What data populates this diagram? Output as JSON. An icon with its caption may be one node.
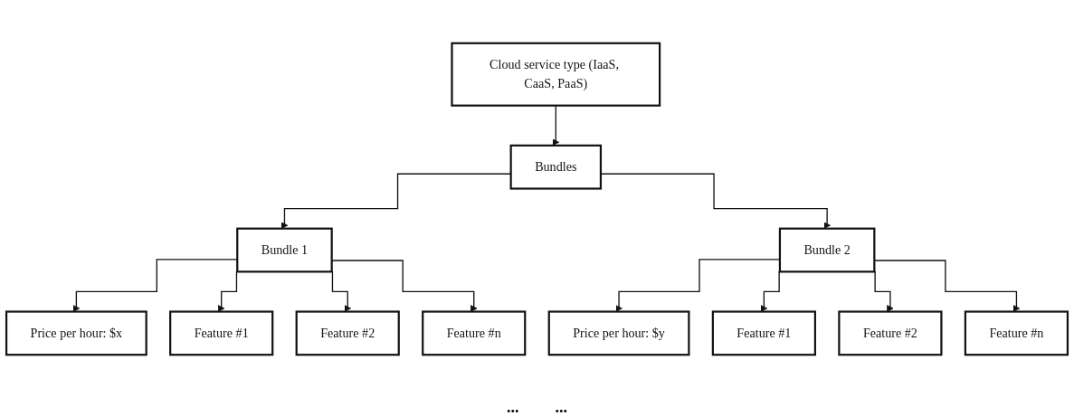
{
  "diagram": {
    "nodes": [
      {
        "text": [
          "Cloud service type (IaaS, CaaS, PaaS)"
        ]
      },
      {
        "text": [
          "Bundles"
        ]
      },
      {
        "text": [
          "Price per hour: $x"
        ]
      },
      {
        "text": [
          "Bundle 1"
        ]
      },
      {
        "text": [
          "Price per hour: $y"
        ]
      },
      {
        "text": [
          "Bundle 2"
        ]
      },
      {
        "text": [
          "Feature #1"
        ]
      },
      {
        "text": [
          "Feature #2"
        ]
      },
      {
        "text": [
          "Feature #n"
        ]
      },
      {
        "text": [
          "Feature #1"
        ]
      },
      {
        "text": [
          "Feature #2"
        ]
      },
      {
        "text": [
          "Feature #n"
        ]
      }
    ],
    "edges": [
      {
        "from": 0,
        "to": 1,
        "arrow": "to"
      },
      {
        "from": 1,
        "to": 3,
        "arrow": "to"
      },
      {
        "from": 1,
        "to": 5,
        "arrow": "to"
      },
      {
        "from": 3,
        "to": 2,
        "arrow": "to"
      },
      {
        "from": 5,
        "to": 4,
        "arrow": "to"
      },
      {
        "from": 3,
        "to": 6,
        "arrow": "to"
      },
      {
        "from": 3,
        "to": 7,
        "arrow": "to"
      },
      {
        "from": 3,
        "to": 8,
        "arrow": "to"
      },
      {
        "from": 5,
        "to": 9,
        "arrow": "to"
      },
      {
        "from": 5,
        "to": 10,
        "arrow": "to"
      },
      {
        "from": 5,
        "to": 11,
        "arrow": "to"
      }
    ],
    "labels": [
      "...",
      "..."
    ]
  }
}
